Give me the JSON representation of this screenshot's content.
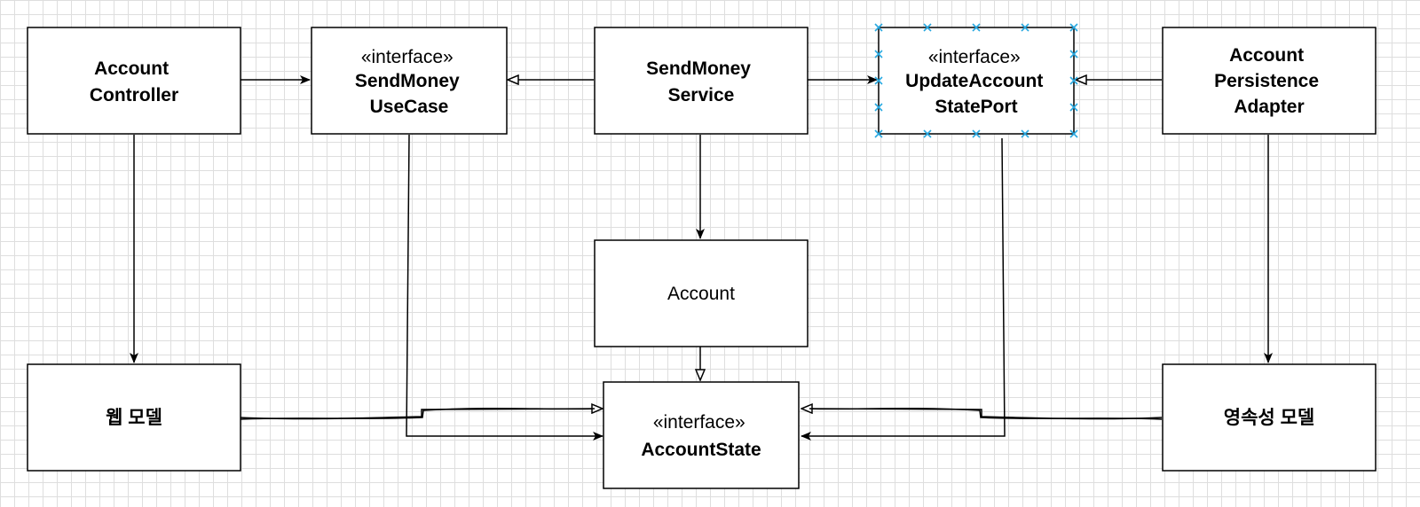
{
  "diagram": {
    "nodes": {
      "account_controller": {
        "lines": [
          "Account",
          "Controller"
        ]
      },
      "send_money_use_case": {
        "stereotype": "«interface»",
        "lines": [
          "SendMoney",
          "UseCase"
        ]
      },
      "send_money_service": {
        "lines": [
          "SendMoney",
          "Service"
        ]
      },
      "update_account_state_port": {
        "stereotype": "«interface»",
        "lines": [
          "UpdateAccount",
          "StatePort"
        ]
      },
      "account_persistence_adapter": {
        "lines": [
          "Account",
          "Persistence",
          "Adapter"
        ]
      },
      "account": {
        "lines": [
          "Account"
        ]
      },
      "web_model": {
        "lines": [
          "웹 모델"
        ]
      },
      "account_state": {
        "stereotype": "«interface»",
        "lines": [
          "AccountState"
        ]
      },
      "persistence_model": {
        "lines": [
          "영속성 모델"
        ]
      }
    },
    "colors": {
      "stroke": "#000000",
      "grid": "#dedede",
      "selection_handle": "#29a8e0"
    }
  }
}
